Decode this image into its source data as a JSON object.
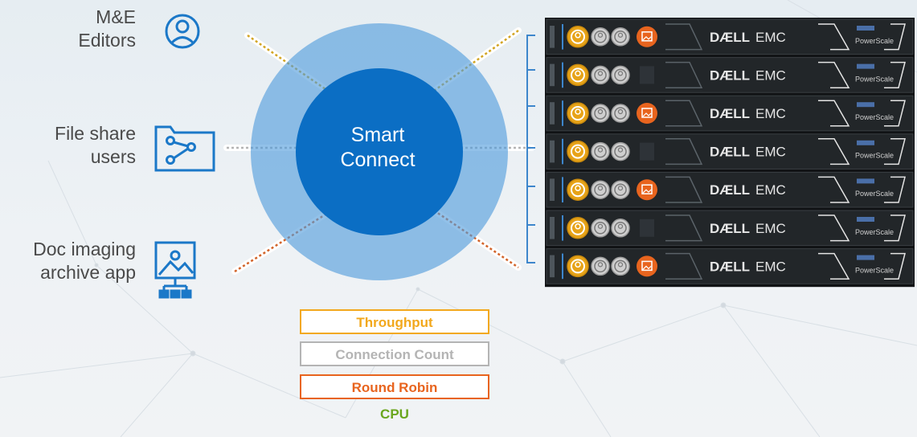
{
  "clients": [
    {
      "lines": [
        "M&E",
        "Editors"
      ],
      "icon": "user-icon"
    },
    {
      "lines": [
        "File share",
        "users"
      ],
      "icon": "share-folder-icon"
    },
    {
      "lines": [
        "Doc imaging",
        "archive app"
      ],
      "icon": "image-network-icon"
    }
  ],
  "hub": {
    "lines": [
      "Smart",
      "Connect"
    ]
  },
  "legend": [
    {
      "label": "Throughput",
      "color": "#f2a81d",
      "boxed": true
    },
    {
      "label": "Connection Count",
      "color": "#b4b4b4",
      "boxed": true
    },
    {
      "label": "Round Robin",
      "color": "#e8641e",
      "boxed": true
    },
    {
      "label": "CPU",
      "color": "#6aa61e",
      "boxed": false
    }
  ],
  "nodes": {
    "count": 7,
    "brand": {
      "dell": "DÆLL",
      "emc": "EMC"
    },
    "product": "PowerScale",
    "orange_image_slot": [
      true,
      false,
      true,
      false,
      true,
      false,
      true
    ]
  },
  "colors": {
    "accent": "#0a6fc2",
    "hub_outer": "#4f9bdc",
    "hub_inner": "#0b6ec4",
    "bracket": "#3d86cc",
    "yellow": "#f2a81d",
    "grey": "#b4b4b4",
    "orange": "#e8641e",
    "green": "#6aa61e"
  }
}
